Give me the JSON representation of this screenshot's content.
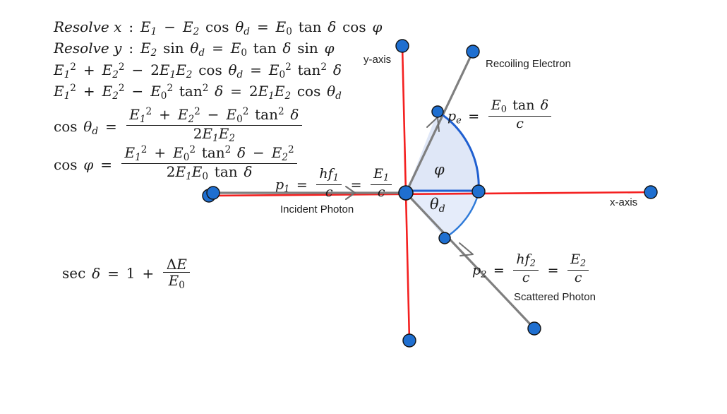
{
  "figure": {
    "title": "Compton scattering momentum resolution diagram",
    "colors": {
      "axis_red": "#f42020",
      "ray_gray": "#7f7f7f",
      "arc_blue": "#1f5fd0",
      "point_blue": "#1f6fd0",
      "point_stroke": "#111111",
      "wedge_fill": "#dfe7f7",
      "text": "#1a1a1a"
    }
  },
  "equations": {
    "resolve_x": {
      "lead": "Resolve x :",
      "body": "E₁ − E₂ cos θ_d = E₀ tan δ cos φ"
    },
    "resolve_y": {
      "lead": "Resolve y :",
      "body": "E₂ sin θ_d = E₀ tan δ sin φ"
    },
    "line3": "E₁² + E₂² − 2E₁E₂ cos θ_d = E₀² tan² δ",
    "line4": "E₁² + E₂² − E₀² tan² δ = 2E₁E₂ cos θ_d",
    "cos_theta_d": {
      "lhs": "cos θ_d =",
      "numerator": "E₁² + E₂² − E₀² tan² δ",
      "denominator": "2E₁E₂"
    },
    "cos_phi": {
      "lhs": "cos φ =",
      "numerator": "E₁² + E₀² tan² δ − E₂²",
      "denominator": "2E₁E₀ tan δ"
    },
    "sec_delta": {
      "lhs": "sec δ = 1 +",
      "numerator": "ΔE",
      "denominator": "E₀"
    }
  },
  "momenta": {
    "incident_photon": {
      "symbol": "p₁",
      "expr1_num": "hf₁",
      "expr1_den": "c",
      "expr2_num": "E₁",
      "expr2_den": "c",
      "label": "Incident Photon"
    },
    "recoiling_electron": {
      "symbol": "p_e",
      "expr_num": "E₀ tan δ",
      "expr_den": "c",
      "label": "Recoiling Electron"
    },
    "scattered_photon": {
      "symbol": "p₂",
      "expr1_num": "hf₂",
      "expr1_den": "c",
      "expr2_num": "E₂",
      "expr2_den": "c",
      "label": "Scattered Photon"
    }
  },
  "axes": {
    "x_label": "x-axis",
    "y_label": "y-axis"
  },
  "angles": {
    "phi": "φ",
    "theta_d": "θ_d"
  }
}
